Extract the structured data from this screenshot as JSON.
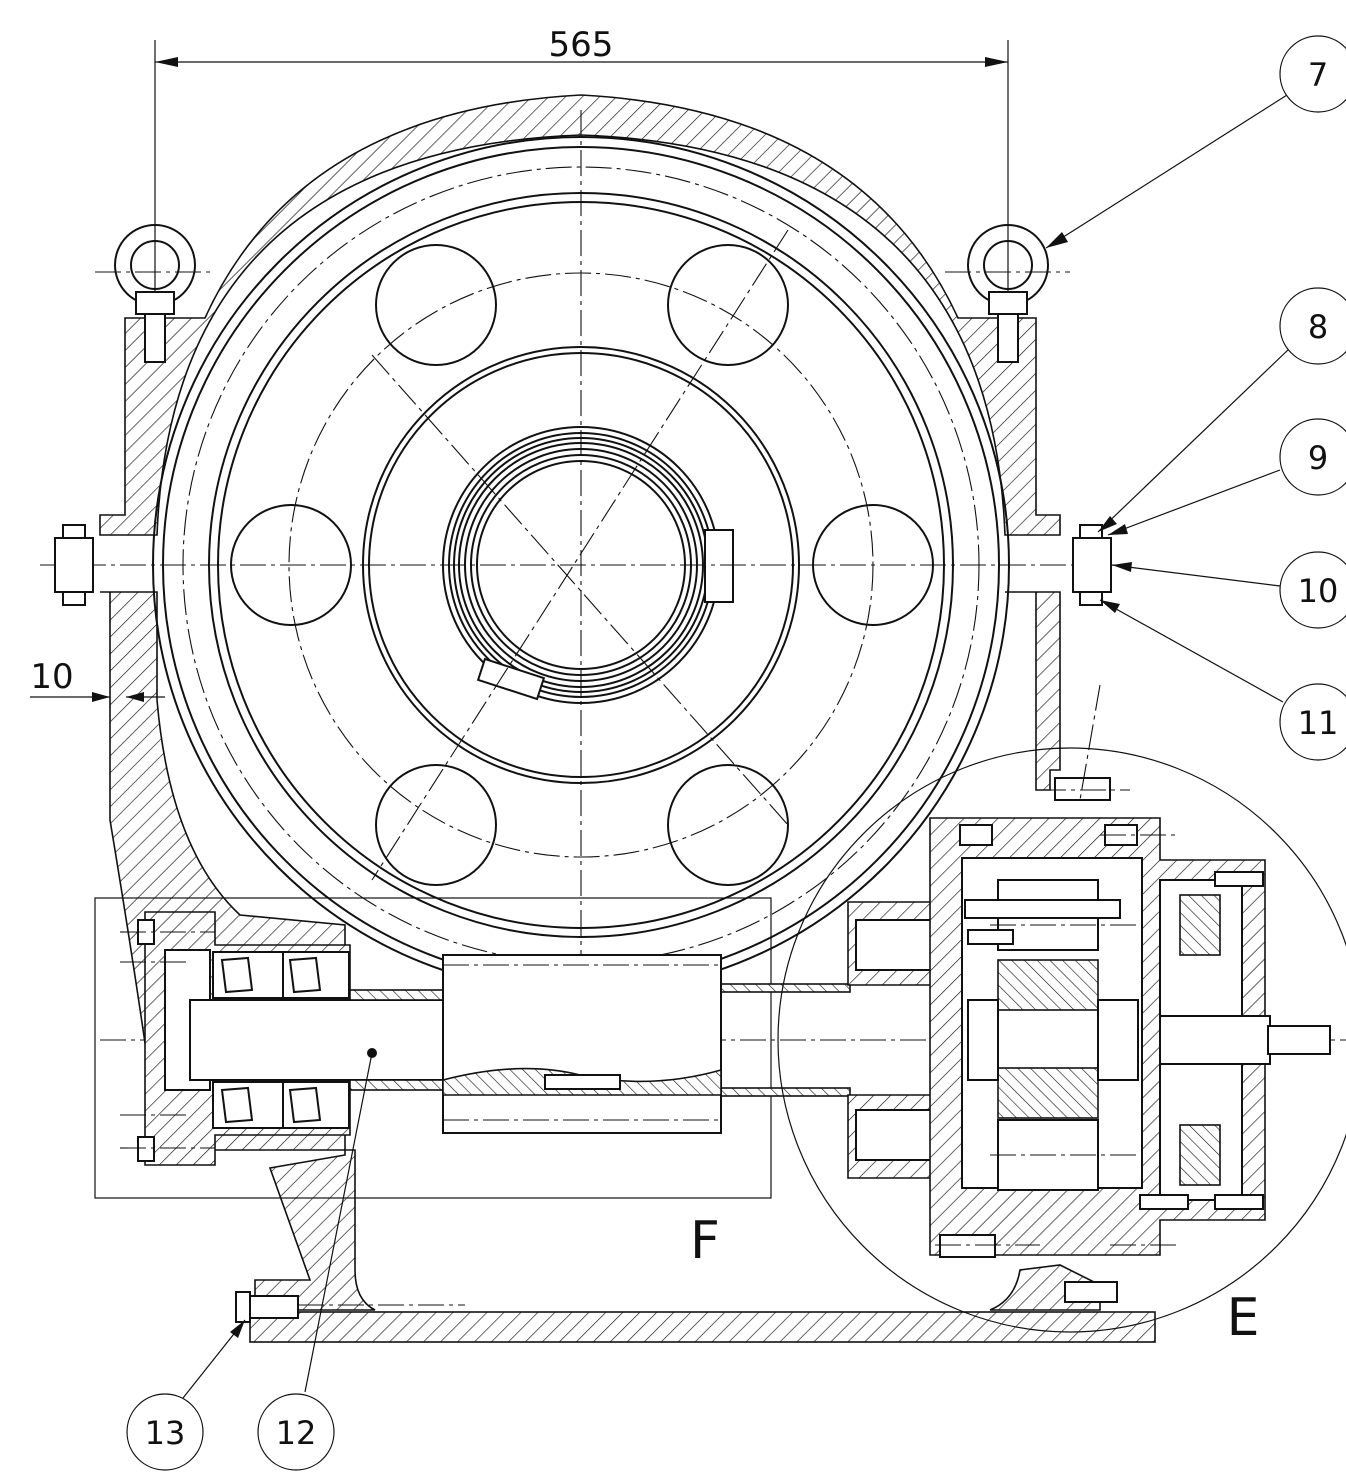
{
  "dimensions": {
    "width_dim": "565",
    "wall_dim": "10"
  },
  "callouts": [
    "7",
    "8",
    "9",
    "10",
    "11",
    "12",
    "13"
  ],
  "views": {
    "detail_e": "E",
    "detail_f": "F"
  }
}
